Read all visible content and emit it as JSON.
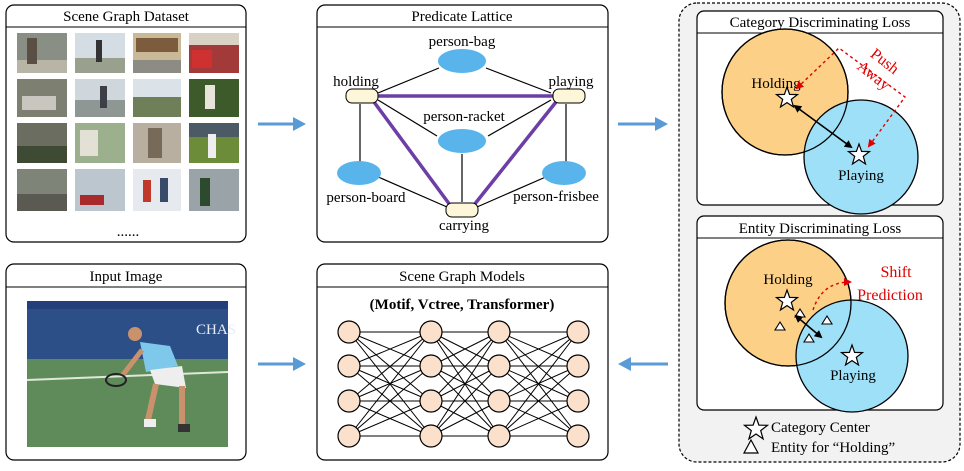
{
  "dataset_panel": {
    "title": "Scene Graph Dataset",
    "ellipsis": "......"
  },
  "lattice_panel": {
    "title": "Predicate Lattice",
    "predicates": {
      "holding": "holding",
      "playing": "playing",
      "carrying": "carrying"
    },
    "entity_pairs": {
      "person_bag": "person-bag",
      "person_racket": "person-racket",
      "person_board": "person-board",
      "person_frisbee": "person-frisbee"
    }
  },
  "loss_panel": {
    "category": {
      "title": "Category Discriminating Loss",
      "holding_label": "Holding",
      "playing_label": "Playing",
      "push_away_line1": "Push",
      "push_away_line2": "Away"
    },
    "entity": {
      "title": "Entity Discriminating Loss",
      "holding_label": "Holding",
      "playing_label": "Playing",
      "shift_line1": "Shift",
      "shift_line2": "Prediction"
    },
    "legend": {
      "category_center": "Category Center",
      "entity": "Entity for “Holding”"
    }
  },
  "input_panel": {
    "title": "Input Image",
    "photo_text": "CHAS"
  },
  "model_panel": {
    "title": "Scene Graph Models",
    "subtitle": "(Motif, Vctree, Transformer)"
  },
  "colors": {
    "holding_fill": "#fdd087",
    "playing_fill": "#9ee0f8",
    "entity_node": "#5ab4ec",
    "predicate_node": "#fdf6d9",
    "lattice_highlight": "#6c3ea6",
    "neuron_fill": "#fbe0cc",
    "arrow_blue": "#5b9bd5",
    "annotation_red": "#e00000"
  }
}
